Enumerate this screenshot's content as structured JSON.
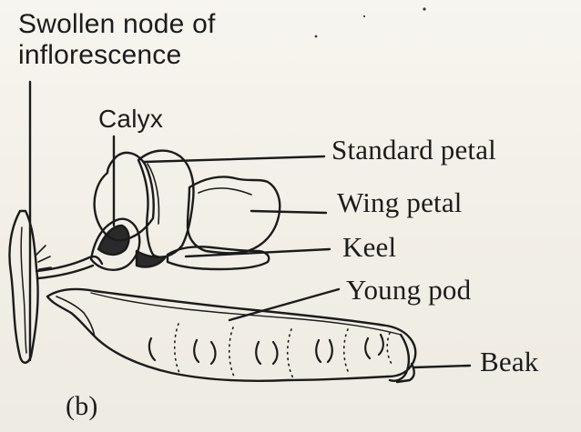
{
  "labels": {
    "swollen_node_line1": "Swollen node of",
    "swollen_node_line2": "inflorescence",
    "calyx": "Calyx",
    "standard_petal": "Standard petal",
    "wing_petal": "Wing petal",
    "keel": "Keel",
    "young_pod": "Young pod",
    "beak": "Beak",
    "figure_tag": "(b)"
  }
}
